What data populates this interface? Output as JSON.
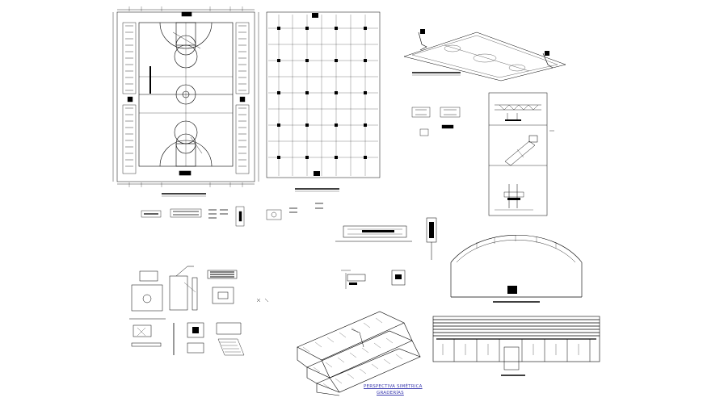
{
  "drawing": {
    "background": "#ffffff",
    "line_color": "#000000",
    "caption_color": "#3b3bb0",
    "views": [
      {
        "key": "court_plan",
        "caption": ""
      },
      {
        "key": "column_grid",
        "caption": ""
      },
      {
        "key": "court_perspective",
        "caption": ""
      },
      {
        "key": "truss_details",
        "caption": ""
      },
      {
        "key": "basketball_post_details",
        "caption": ""
      },
      {
        "key": "arch_elevation",
        "caption": ""
      },
      {
        "key": "bleachers_perspective",
        "caption": "PERSPECTIVA SIMÉTRICA"
      },
      {
        "key": "front_elevation",
        "caption": ""
      }
    ],
    "bleachers_caption_line1": "PERSPECTIVA SIMÉTRICA",
    "bleachers_caption_line2": "GRADERÍAS"
  }
}
